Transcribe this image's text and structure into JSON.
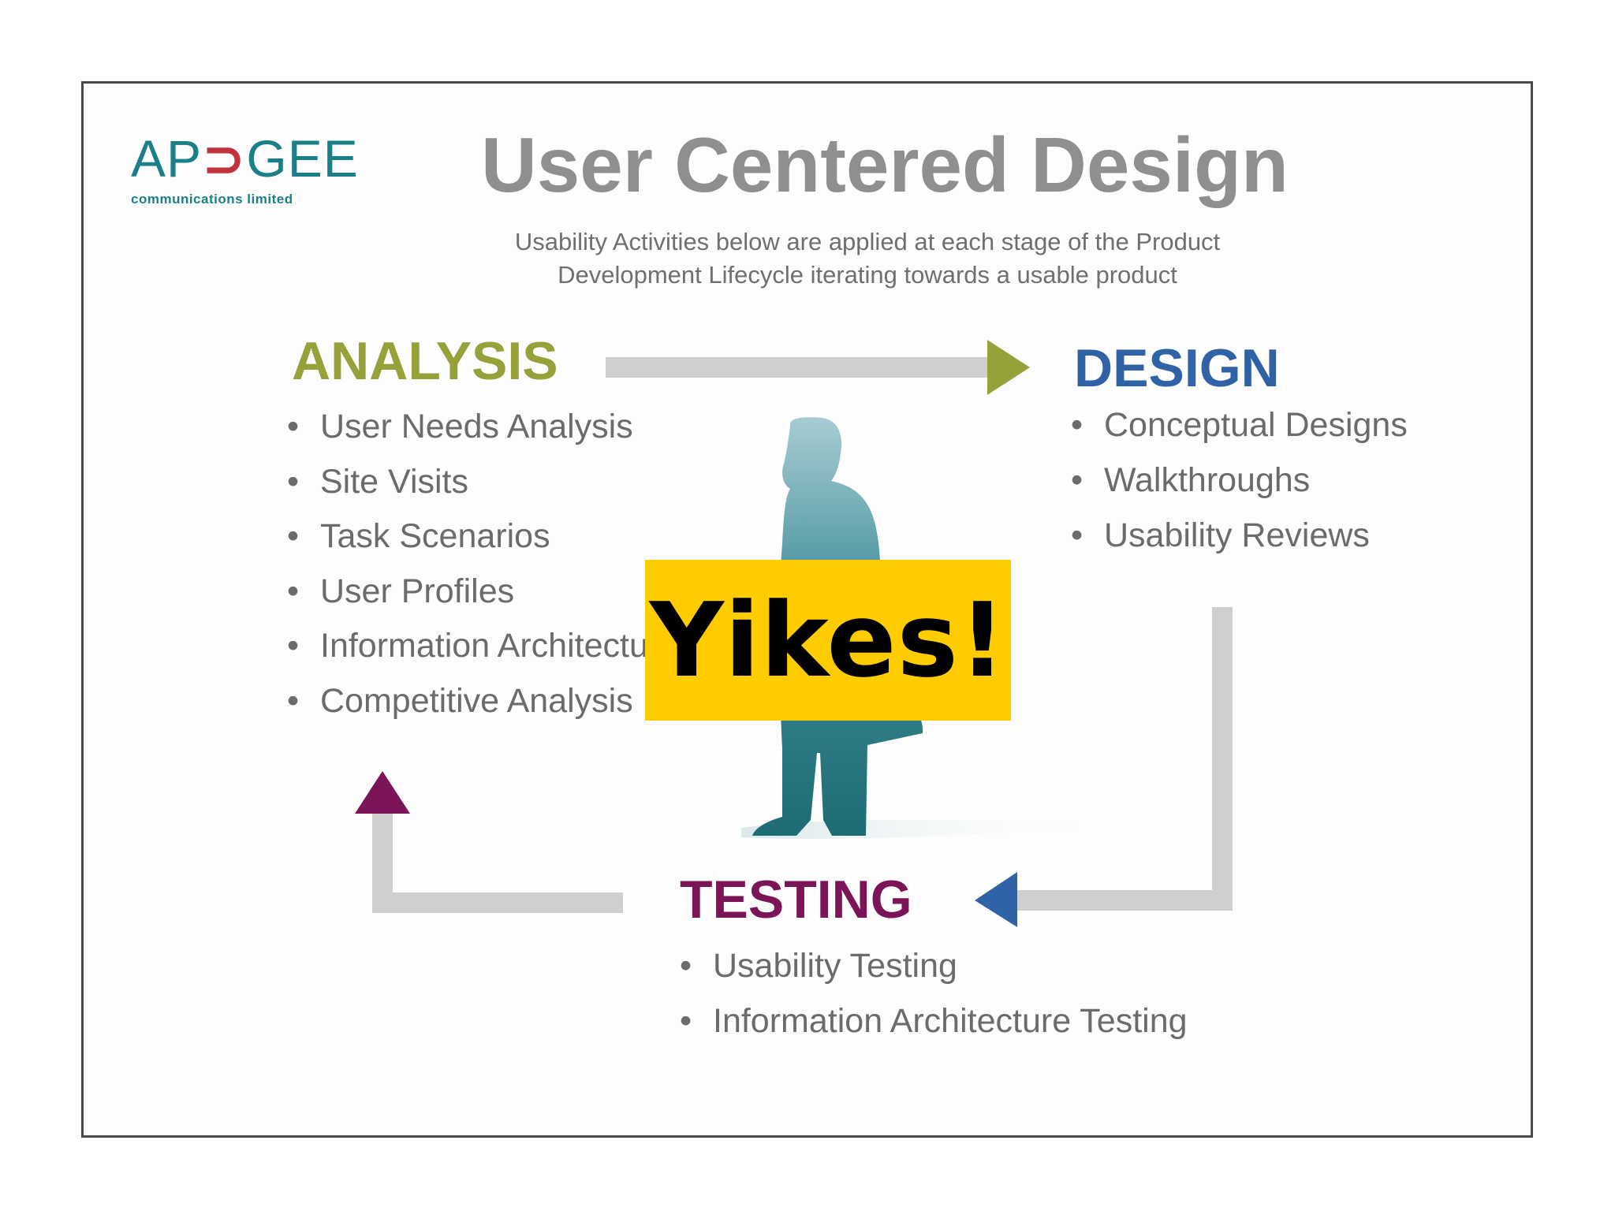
{
  "logo": {
    "word_left": "AP",
    "word_mark": "⊃",
    "word_right": "GEE",
    "tagline": "communications limited"
  },
  "title": "User Centered Design",
  "subtitle": "Usability Activities below are applied at each stage of the Product Development Lifecycle iterating towards a usable product",
  "stages": {
    "analysis": {
      "label": "ANALYSIS",
      "color": "#97a13a",
      "items": [
        "User Needs Analysis",
        "Site Visits",
        "Task Scenarios",
        "User Profiles",
        "Information Architecture",
        "Competitive Analysis"
      ]
    },
    "design": {
      "label": "DESIGN",
      "color": "#2f63a6",
      "items": [
        "Conceptual Designs",
        "Walkthroughs",
        "Usability Reviews"
      ]
    },
    "testing": {
      "label": "TESTING",
      "color": "#7c1458",
      "items": [
        "Usability Testing",
        "Information Architecture Testing"
      ]
    }
  },
  "overlay_text": "Yikes!",
  "colors": {
    "arrow_shaft": "#cfcfd2",
    "figure": "#2f7f88",
    "overlay_bg": "#ffcc00"
  }
}
